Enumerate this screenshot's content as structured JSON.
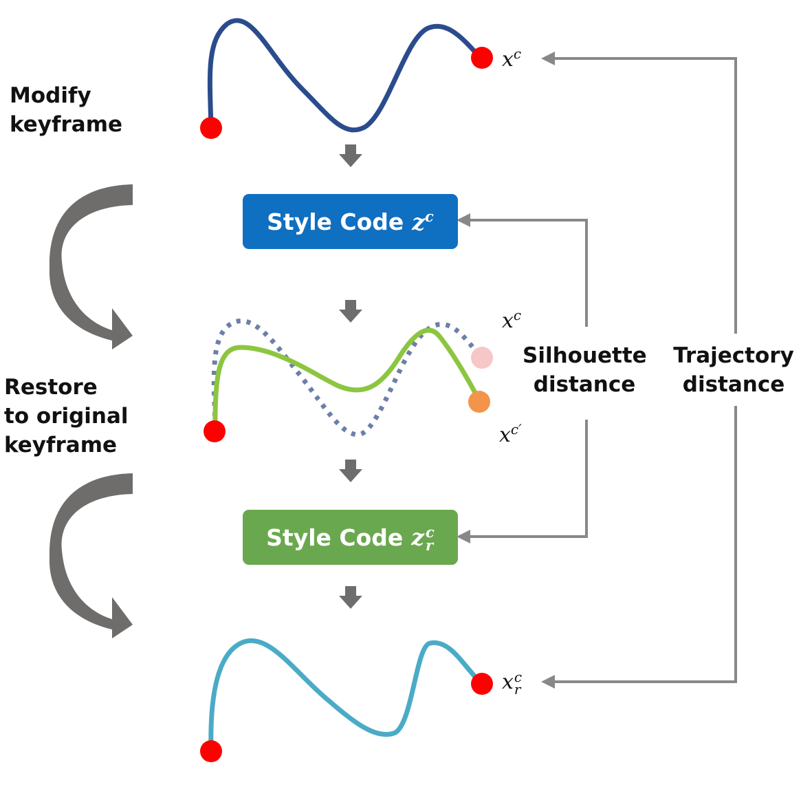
{
  "labels": {
    "modify_keyframe": [
      "Modify",
      "keyframe"
    ],
    "restore": [
      "Restore",
      "to original",
      "keyframe"
    ],
    "silhouette_distance": [
      "Silhouette",
      "distance"
    ],
    "trajectory_distance": [
      "Trajectory",
      "distance"
    ]
  },
  "boxes": {
    "style_code_top": {
      "text": "Style Code",
      "var": "z",
      "sup": "c",
      "color": "#0f6fc1"
    },
    "style_code_bottom": {
      "text": "Style Code",
      "var": "z",
      "sup": "c",
      "sub": "r",
      "color": "#6aa84f"
    }
  },
  "math": {
    "xc_top": {
      "var": "x",
      "sup": "c"
    },
    "xc_mid": {
      "var": "x",
      "sup": "c"
    },
    "xc_prime": {
      "var": "x",
      "sup": "c′"
    },
    "xrc_bottom": {
      "var": "x",
      "sup": "c",
      "sub": "r"
    }
  },
  "colors": {
    "curve_original": "#2b4c8c",
    "curve_modified": "#8cc641",
    "curve_restored": "#4aabc7",
    "dotted_curve": "#6d7fa8",
    "keyframe_point": "#ff0000",
    "modified_point": "#f4944a",
    "ghost_point": "#f7c6c6",
    "arrow_gray": "#6d6d6d",
    "line_gray": "#888888"
  }
}
